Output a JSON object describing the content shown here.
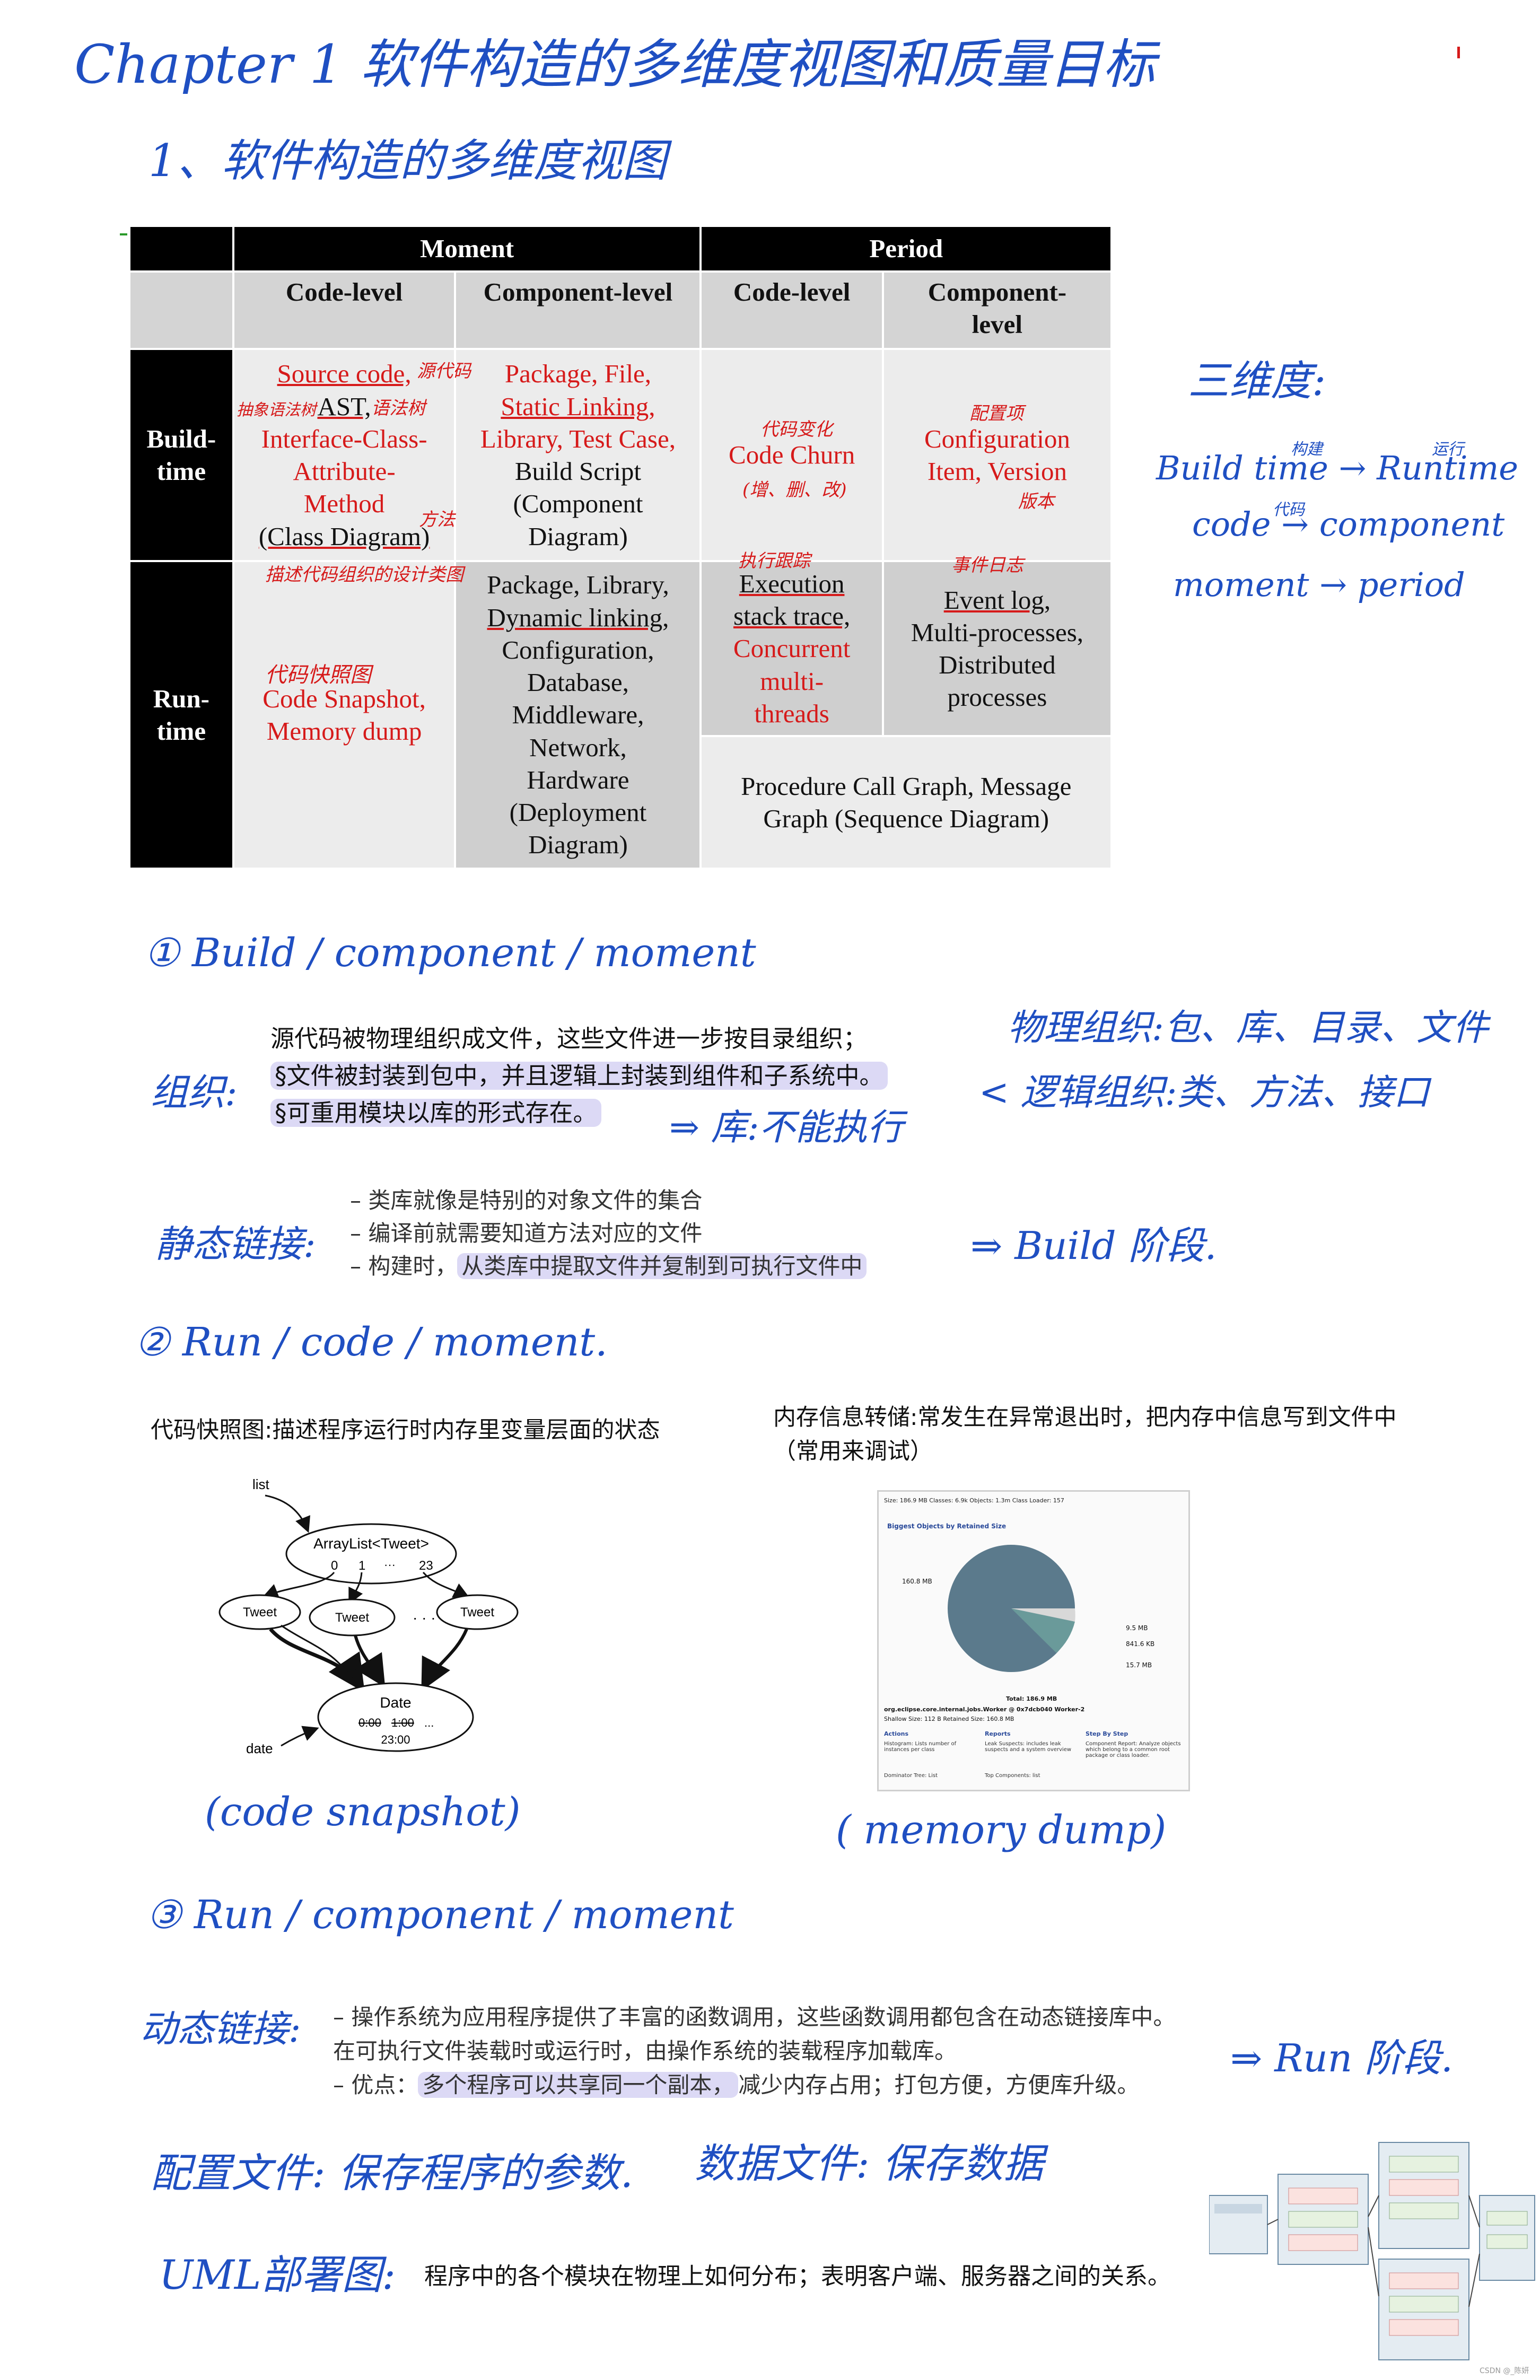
{
  "title": "Chapter 1   软件构造的多维度视图和质量目标",
  "section1": "1、软件构造的多维度视图",
  "table": {
    "moment": "Moment",
    "period": "Period",
    "code_level": "Code-level",
    "component_level": "Component-level",
    "component_level_b": "Component-",
    "level": "level",
    "build_time_1": "Build-",
    "build_time_2": "time",
    "run_time_1": "Run-",
    "run_time_2": "time",
    "bm_code": {
      "l1": "Source code,",
      "l2": "AST,",
      "l3": "Interface-Class-",
      "l4": "Attribute-",
      "l5": "Method",
      "l6": "(Class Diagram)"
    },
    "bm_comp": {
      "l1": "Package, File,",
      "l2": "Static Linking,",
      "l3": "Library, Test Case,",
      "l4": "Build Script",
      "l5": "(Component",
      "l6": "Diagram)"
    },
    "bp_code": {
      "l1": "Code Churn"
    },
    "bp_comp": {
      "l1": "Configuration",
      "l2": "Item, Version"
    },
    "rm_code": {
      "l1": "Code Snapshot,",
      "l2": "Memory dump"
    },
    "rm_comp": {
      "l1": "Package, Library,",
      "l2": "Dynamic  linking,",
      "l3": "Configuration,",
      "l4": "Database,",
      "l5": "Middleware,",
      "l6": "Network,",
      "l7": "Hardware",
      "l8": "(Deployment",
      "l9": "Diagram)"
    },
    "rp_code": {
      "l1": "Execution",
      "l2": "stack trace,",
      "l3": "Concurrent",
      "l4": "multi-",
      "l5": "threads"
    },
    "rp_comp": {
      "l1": "Event log,",
      "l2": "Multi-processes,",
      "l3": "Distributed",
      "l4": "processes"
    },
    "rp_merged": {
      "l1": "Procedure Call Graph, Message",
      "l2": "Graph (Sequence Diagram)"
    },
    "annotations": {
      "source": "源代码",
      "ast": "语法树",
      "method": "方法",
      "ast_left": "抽象语法树",
      "class_diag": "描述代码组织的设计类图",
      "churn": "代码变化",
      "churn_sub": "(增、删、改)",
      "config": "配置项",
      "version": "版本",
      "exec": "执行跟踪",
      "event": "事件日志",
      "snapshot": "代码快照图"
    }
  },
  "right_notes": {
    "title": "三维度:",
    "l1a": "Build time",
    "l1b": "Runtime",
    "l1_arrow": "→",
    "l1_small1": "构建",
    "l1_small2": "运行",
    "l2a": "code",
    "l2b": "component",
    "l2_small": "代码",
    "l3a": "moment",
    "l3b": "period"
  },
  "s1": {
    "heading": "① Build / component / moment",
    "label": "组织:",
    "line1": "源代码被物理组织成文件，这些文件进一步按目录组织；",
    "line2": "§文件被封装到包中，并且逻辑上封装到组件和子系统中。",
    "line3": "§可重用模块以库的形式存在。",
    "note1": "物理组织:包、库、目录、文件",
    "note2": "< 逻辑组织:类、方法、接口",
    "note3": "⇒ 库:不能执行"
  },
  "s_static": {
    "label": "静态链接:",
    "b1": "–  类库就像是特别的对象文件的集合",
    "b2": "–  编译前就需要知道方法对应的文件",
    "b3a": "–  构建时，",
    "b3b": "从类库中提取文件并复制到可执行文件中",
    "note": "⇒ Build 阶段."
  },
  "s2": {
    "heading": "② Run / code / moment.",
    "left_text": "代码快照图:描述程序运行时内存里变量层面的状态",
    "right_text1": "内存信息转储:常发生在异常退出时，把内存中信息写到文件中",
    "right_text2": "（常用来调试）",
    "cap_left": "(code  snapshot)",
    "cap_right": "( memory  dump)",
    "diagram": {
      "list": "list",
      "arraylist": "ArrayList<Tweet>",
      "i0": "0",
      "i1": "1",
      "idots": "···",
      "i23": "23",
      "tweet": "Tweet",
      "dots": "· · ·",
      "date_label": "date",
      "date": "Date",
      "time1": "0:00",
      "time2": "1:00",
      "time3": "...",
      "time4": "23:00"
    },
    "dump": {
      "top": "Size: 186.9 MB  Classes: 6.9k  Objects: 1.3m  Class Loader: 157",
      "section": "Biggest Objects by Retained Size",
      "label_main": "160.8 MB",
      "label_a": "9.5 MB",
      "label_b": "841.6 KB",
      "label_c": "15.7 MB",
      "total": "Total: 186.9 MB",
      "obj": "org.eclipse.core.internal.jobs.Worker @ 0x7dcb040 Worker-2",
      "shallow": "Shallow Size: 112 B  Retained Size: 160.8 MB",
      "actions": "Actions",
      "reports": "Reports",
      "step": "Step By Step",
      "histogram": "Histogram: Lists number of instances per class",
      "dominator": "Dominator Tree: List",
      "leak": "Leak Suspects: includes leak suspects and a system overview",
      "top_comp": "Top Components: list",
      "comp_report": "Component Report: Analyze objects which belong to a common root package or class loader."
    }
  },
  "s3": {
    "heading": "③ Run / component / moment",
    "label": "动态链接:",
    "l1": "– 操作系统为应用程序提供了丰富的函数调用，这些函数调用都包含在动态链接库中。",
    "l2": "在可执行文件装载时或运行时，由操作系统的装载程序加载库。",
    "l3a": "– 优点：",
    "l3b": "多个程序可以共享同一个副本，",
    "l3c": "减少内存占用；打包方便，方便库升级。",
    "note": "⇒ Run 阶段."
  },
  "config_note": "配置文件: 保存程序的参数.",
  "data_note": "数据文件: 保存数据",
  "uml": {
    "label": "UML部署图:",
    "text": "程序中的各个模块在物理上如何分布；表明客户端、服务器之间的关系。"
  },
  "watermark": "CSDN @_陈妍"
}
